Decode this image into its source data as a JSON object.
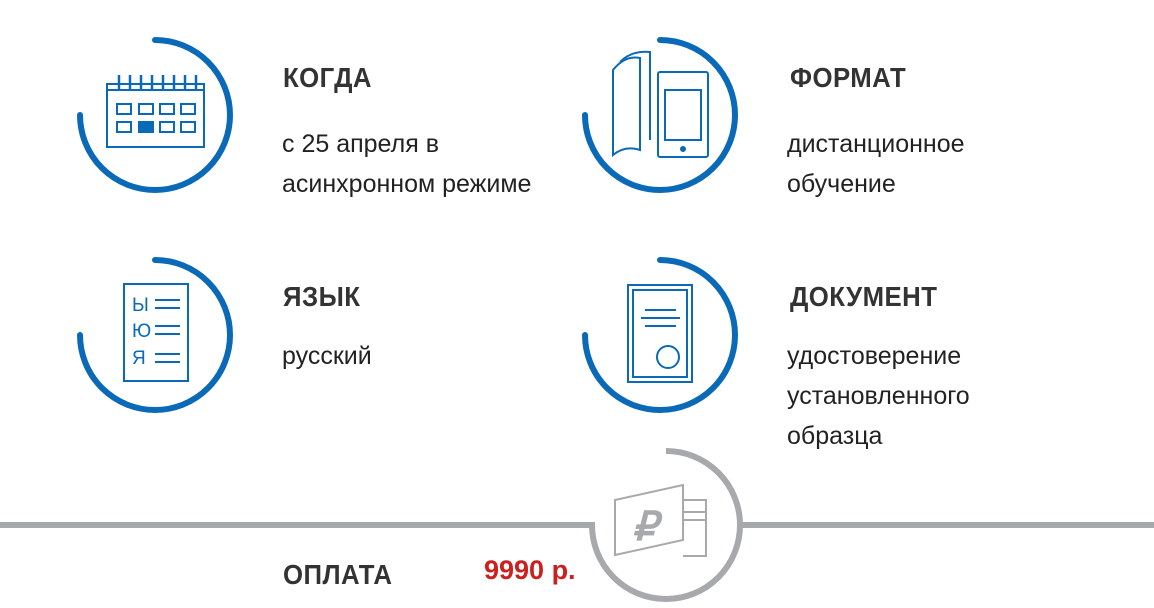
{
  "items": [
    {
      "title": "КОГДА",
      "lines": [
        "с 25 апреля в",
        "асинхронном режиме"
      ],
      "icon": "calendar-icon"
    },
    {
      "title": "ФОРМАТ",
      "lines": [
        "дистанционное",
        "обучение"
      ],
      "icon": "book-tablet-icon"
    },
    {
      "title": "ЯЗЫК",
      "lines": [
        "русский"
      ],
      "icon": "alphabet-list-icon",
      "letters": [
        "Ы",
        "Ю",
        "Я"
      ]
    },
    {
      "title": "ДОКУМЕНТ",
      "lines": [
        "удостоверение",
        "установленного",
        "образца"
      ],
      "icon": "certificate-icon"
    }
  ],
  "payment": {
    "title": "ОПЛАТА",
    "price": "9990 р.",
    "icon": "ruble-card-icon"
  },
  "colors": {
    "accent": "#0a6ab8",
    "gray": "#a7a9ac",
    "price": "#cc1f1f"
  }
}
